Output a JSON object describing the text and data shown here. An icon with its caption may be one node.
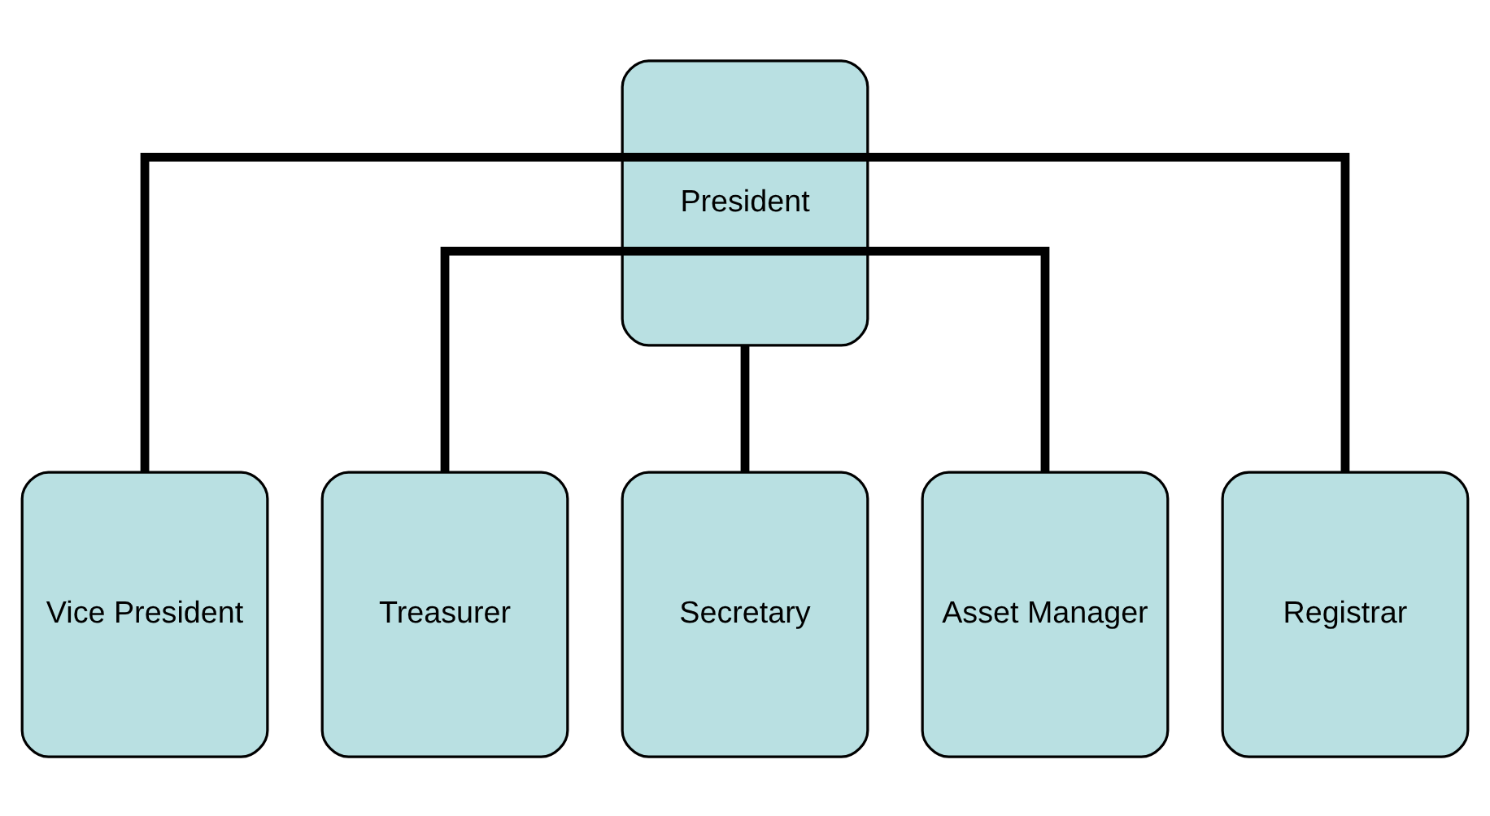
{
  "diagram": {
    "nodes": [
      {
        "text": [
          "President"
        ]
      },
      {
        "text": [
          "Vice President"
        ]
      },
      {
        "text": [
          "Treasurer"
        ]
      },
      {
        "text": [
          "Secretary"
        ]
      },
      {
        "text": [
          "Asset Manager"
        ]
      },
      {
        "text": [
          "Registrar"
        ]
      }
    ],
    "edges": [
      {
        "from": 0,
        "to": 1,
        "arrow": "none"
      },
      {
        "from": 0,
        "to": 2,
        "arrow": "none"
      },
      {
        "from": 0,
        "to": 3,
        "arrow": "none"
      },
      {
        "from": 0,
        "to": 4,
        "arrow": "none"
      },
      {
        "from": 0,
        "to": 5,
        "arrow": "none"
      }
    ]
  }
}
